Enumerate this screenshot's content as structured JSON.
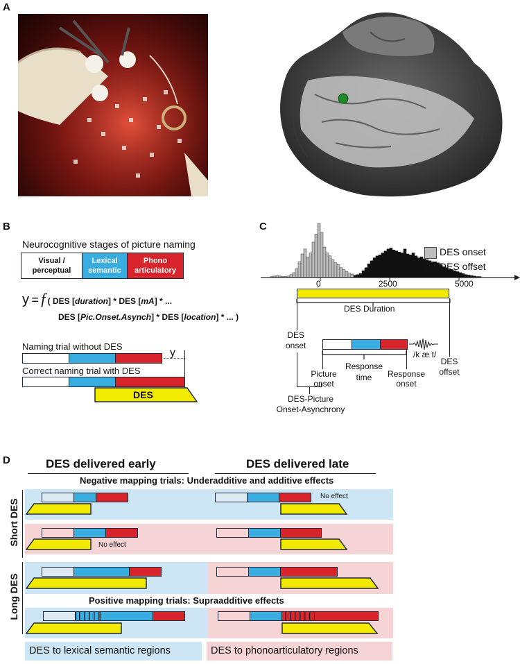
{
  "panels": {
    "a": "A",
    "b": "B",
    "c": "C",
    "d": "D"
  },
  "colors": {
    "visual": "#dde9f3",
    "lexical": "#3aade0",
    "phono": "#d8242b",
    "des": "#f2ea00",
    "blue_band": "#cde6f5",
    "pink_band": "#f6d4d6",
    "visual_pink": "#f6d4d6"
  },
  "panel_b": {
    "title": "Neurocognitive stages of picture naming",
    "stage_visual_1": "Visual /",
    "stage_visual_2": "perceptual",
    "stage_lexical_1": "Lexical",
    "stage_lexical_2": "semantic",
    "stage_phono_1": "Phono",
    "stage_phono_2": "articulatory",
    "formula_y": "y",
    "formula_eq": "=",
    "formula_f": "f",
    "formula_line1_a": "( DES [",
    "formula_line1_b": "duration",
    "formula_line1_c": "] * DES [",
    "formula_line1_d": "mA",
    "formula_line1_e": "] * ...",
    "formula_line2_a": "DES [",
    "formula_line2_b": "Pic.Onset.Asynch",
    "formula_line2_c": "] * DES [",
    "formula_line2_d": "location",
    "formula_line2_e": "] * ... )",
    "trial_without": "Naming trial without DES",
    "trial_with": "Correct naming trial with DES",
    "y_mark": "y",
    "des_label": "DES"
  },
  "panel_c": {
    "legend_onset": "DES onset",
    "legend_offset": "DES offset",
    "tick_0": "0",
    "tick_2500": "2500",
    "tick_5000": "5000",
    "des_duration": "DES Duration",
    "des_onset_1": "DES",
    "des_onset_2": "onset",
    "picture_onset_1": "Picture",
    "picture_onset_2": "onset",
    "response_time_1": "Response",
    "response_time_2": "time",
    "response_onset_1": "Response",
    "response_onset_2": "onset",
    "des_offset_1": "DES",
    "des_offset_2": "offset",
    "phonetic": "/k æ t/",
    "asynchrony_1": "DES-Picture",
    "asynchrony_2": "Onset-Asynchrony"
  },
  "panel_d": {
    "col_early": "DES delivered early",
    "col_late": "DES delivered late",
    "negative_title": "Negative mapping trials: Underadditive and additive effects",
    "positive_title": "Positive mapping trials: Supraadditive effects",
    "row_short": "Short DES",
    "row_long": "Long DES",
    "no_effect_1": "No effect",
    "no_effect_2": "No effect",
    "legend_lexical": "DES to lexical semantic regions",
    "legend_phono": "DES to phonoarticulatory regions"
  },
  "chart_data": {
    "type": "bar",
    "xlabel": "",
    "ylabel": "",
    "x_ticks": [
      0,
      2500,
      5000
    ],
    "series": [
      {
        "name": "DES onset",
        "x": [
          -1750,
          -1650,
          -1550,
          -1450,
          -1350,
          -1250,
          -1150,
          -1050,
          -950,
          -850,
          -750,
          -650,
          -550,
          -450,
          -350,
          -250,
          -150,
          -50,
          50,
          150,
          250,
          350,
          450,
          550,
          650,
          750,
          850,
          950,
          1050,
          1150,
          1250,
          1350,
          1450,
          1550,
          1650
        ],
        "values": [
          2,
          3,
          4,
          3,
          2,
          2,
          3,
          6,
          10,
          18,
          32,
          48,
          58,
          42,
          50,
          72,
          88,
          110,
          92,
          62,
          50,
          44,
          36,
          30,
          26,
          20,
          16,
          12,
          9,
          7,
          5,
          4,
          3,
          2,
          2
        ]
      },
      {
        "name": "DES offset",
        "x": [
          1250,
          1350,
          1450,
          1550,
          1650,
          1750,
          1850,
          1950,
          2050,
          2150,
          2250,
          2350,
          2450,
          2550,
          2650,
          2750,
          2850,
          2950,
          3050,
          3150,
          3250,
          3350,
          3450,
          3550,
          3650,
          3750,
          3850,
          3950,
          4050,
          4150,
          4250,
          4350,
          4450,
          4550,
          4650,
          4750,
          4850,
          4950,
          5050,
          5150,
          5250,
          5350,
          5450,
          5550,
          5650,
          5750
        ],
        "values": [
          4,
          6,
          8,
          14,
          20,
          28,
          34,
          40,
          44,
          46,
          50,
          54,
          58,
          60,
          56,
          54,
          52,
          50,
          58,
          48,
          46,
          50,
          44,
          40,
          42,
          38,
          36,
          34,
          30,
          28,
          30,
          26,
          22,
          20,
          18,
          16,
          14,
          12,
          10,
          8,
          6,
          5,
          4,
          3,
          2,
          2
        ]
      }
    ]
  }
}
